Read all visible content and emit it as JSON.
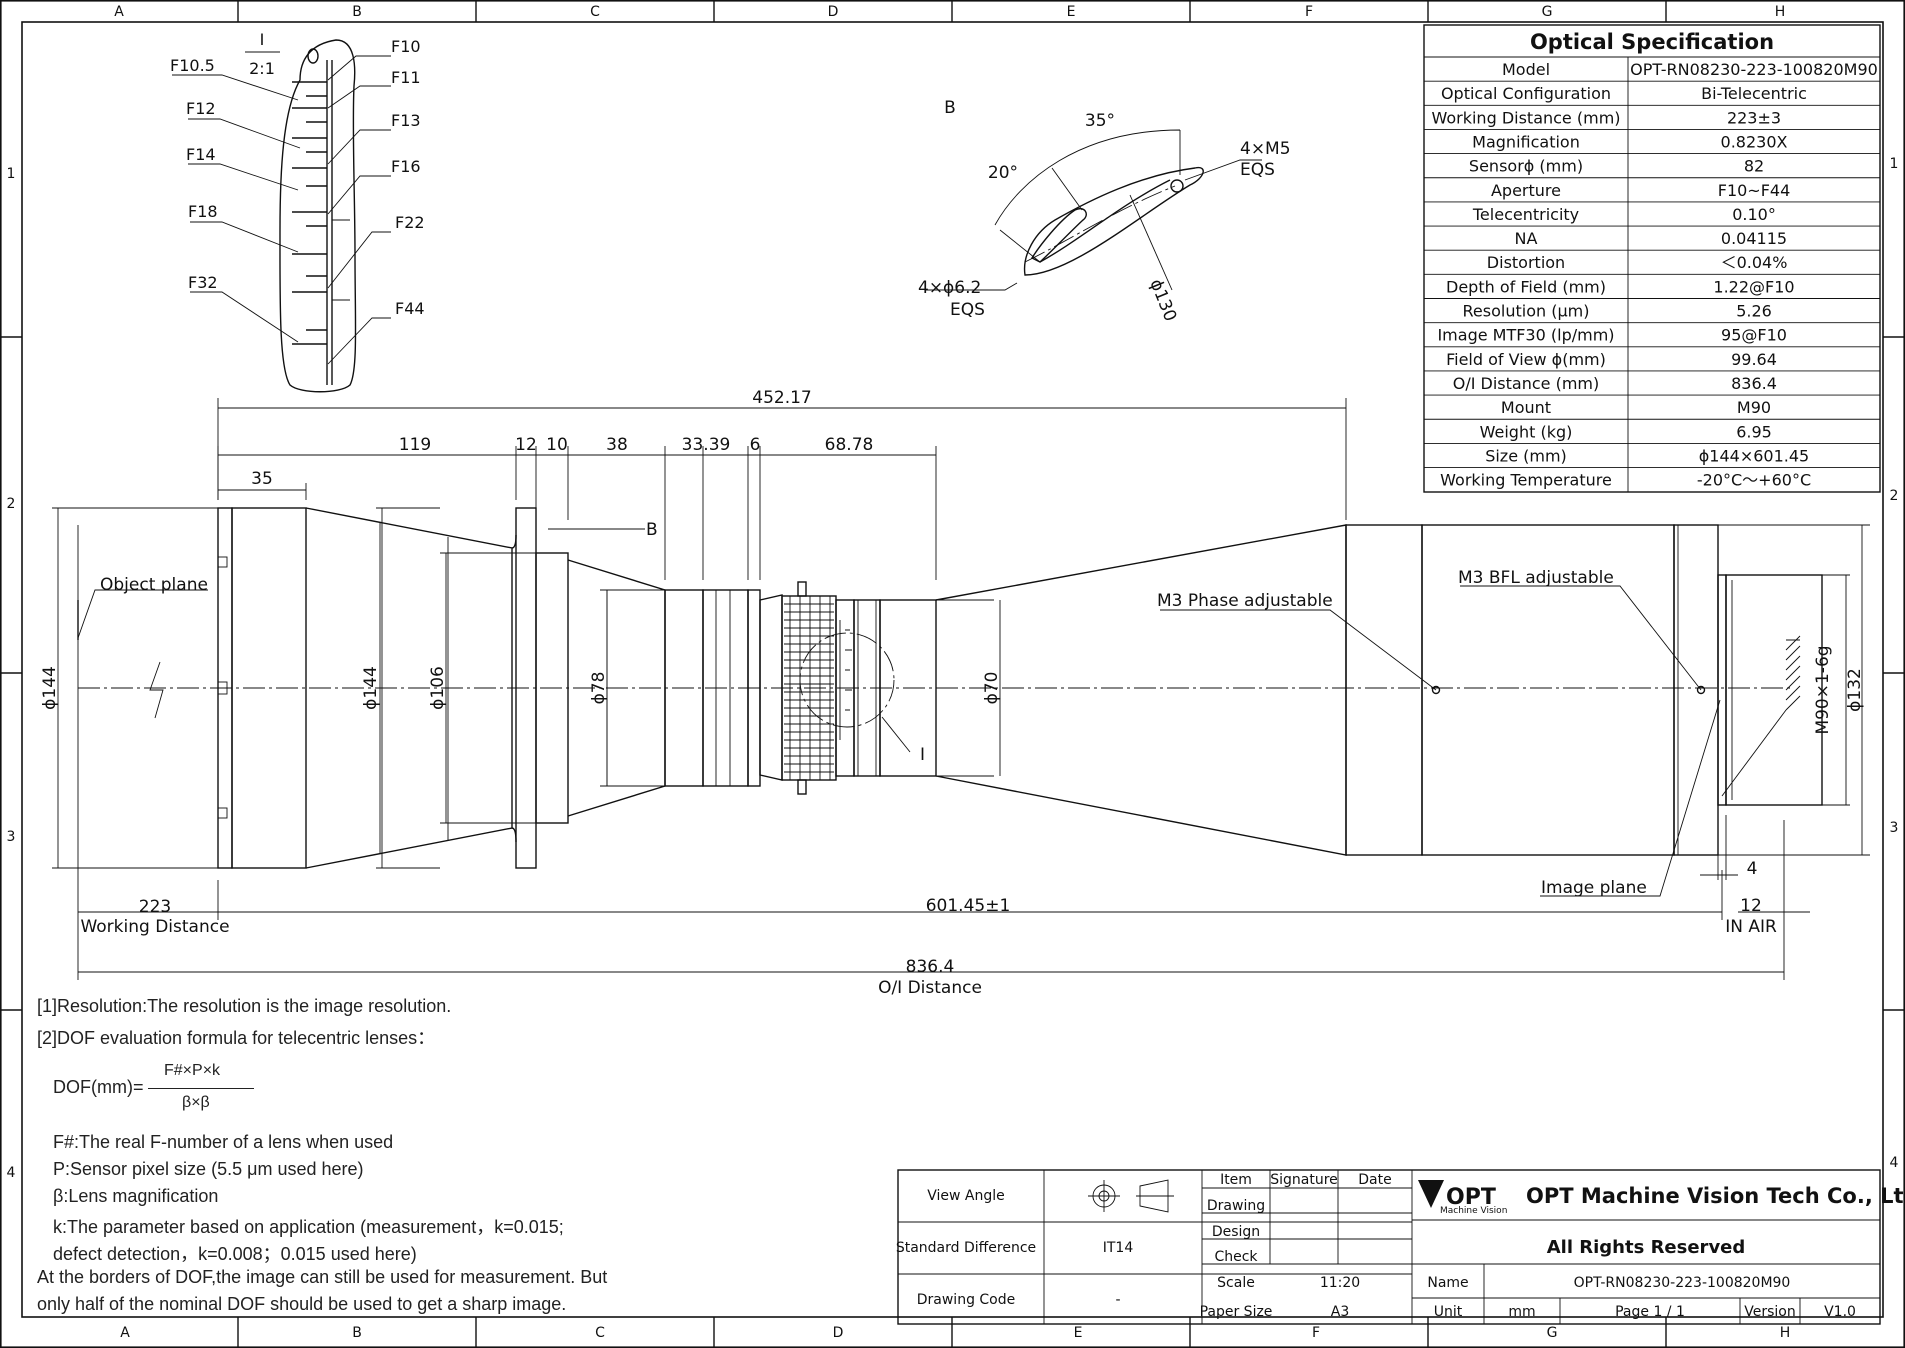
{
  "grid": {
    "cols": [
      "A",
      "B",
      "C",
      "D",
      "E",
      "F",
      "G",
      "H"
    ],
    "rows": [
      "1",
      "2",
      "3",
      "4"
    ]
  },
  "spec": {
    "title": "Optical Specification",
    "rows": [
      {
        "label": "Model",
        "value": "OPT-RN08230-223-100820M90"
      },
      {
        "label": "Optical Configuration",
        "value": "Bi-Telecentric"
      },
      {
        "label": "Working Distance (mm)",
        "value": "223±3"
      },
      {
        "label": "Magnification",
        "value": "0.8230X"
      },
      {
        "label": "Sensorϕ (mm)",
        "value": "82"
      },
      {
        "label": "Aperture",
        "value": "F10~F44"
      },
      {
        "label": "Telecentricity",
        "value": "0.10°"
      },
      {
        "label": "NA",
        "value": "0.04115"
      },
      {
        "label": "Distortion",
        "value": "＜0.04%"
      },
      {
        "label": "Depth of Field (mm)",
        "value": "1.22@F10"
      },
      {
        "label": "Resolution (μm)",
        "value": "5.26"
      },
      {
        "label": "Image MTF30 (lp/mm)",
        "value": "95@F10"
      },
      {
        "label": "Field of View ϕ(mm)",
        "value": "99.64"
      },
      {
        "label": "O/I Distance (mm)",
        "value": "836.4"
      },
      {
        "label": "Mount",
        "value": "M90"
      },
      {
        "label": "Weight (kg)",
        "value": "6.95"
      },
      {
        "label": "Size (mm)",
        "value": "ϕ144×601.45"
      },
      {
        "label": "Working Temperature",
        "value": "-20°C～+60°C"
      }
    ]
  },
  "detail_i": {
    "title": "I",
    "scale": "2:1",
    "stops": [
      "F10",
      "F10.5",
      "F11",
      "F12",
      "F13",
      "F14",
      "F16",
      "F18",
      "F22",
      "F32",
      "F44"
    ]
  },
  "detail_b": {
    "title": "B",
    "angle1": "35°",
    "angle2": "20°",
    "holes_a": "4×M5",
    "holes_a_note": "EQS",
    "holes_b": "4×ϕ6.2",
    "holes_b_note": "EQS",
    "dia": "ϕ130"
  },
  "drawing": {
    "dims": {
      "d452": "452.17",
      "d119": "119",
      "d12": "12",
      "d10": "10",
      "d38": "38",
      "d3339": "33.39",
      "d6": "6",
      "d6878": "68.78",
      "d35": "35",
      "d223": "223",
      "wd": "Working Distance",
      "d60145": "601.45±1",
      "d12b": "12",
      "inair": "IN AIR",
      "d4": "4",
      "d8364": "836.4",
      "oid": "O/I Distance"
    },
    "dias": [
      "ϕ144",
      "ϕ144",
      "ϕ106",
      "ϕ78",
      "ϕ70",
      "ϕ132"
    ],
    "thread": "M90×1-6g",
    "labels": {
      "object_plane": "Object plane",
      "b_callout": "B",
      "i_callout": "I",
      "m3_phase": "M3 Phase adjustable",
      "m3_bfl": "M3 BFL adjustable",
      "image_plane": "Image plane"
    }
  },
  "notes": {
    "n1": "[1]Resolution:The resolution is  the image resolution.",
    "n2": "[2]DOF evaluation formula for telecentric lenses：",
    "formula_left": "DOF(mm)=",
    "formula_num": "F#×P×k",
    "formula_den": "β×β",
    "l1": "F#:The real F-number of a lens when used",
    "l2": "P:Sensor pixel size (5.5 μm used here)",
    "l3": "β:Lens magnification",
    "l4": "k:The parameter based on application (measurement，k=0.015;",
    "l5": "defect detection，k=0.008；0.015 used here)",
    "l6": "At the borders of DOF,the image can still be used for measurement. But",
    "l7": "only half of the nominal DOF should be used to get a sharp image."
  },
  "titleblock": {
    "view_angle": "View Angle",
    "std_diff": "Standard Difference",
    "std_val": "IT14",
    "drawing_code": "Drawing Code",
    "code_val": "-",
    "item": "Item",
    "signature": "Signature",
    "date": "Date",
    "drawing": "Drawing",
    "design": "Design",
    "check": "Check",
    "scale": "Scale",
    "scale_val": "11:20",
    "paper_size": "Paper Size",
    "paper_val": "A3",
    "logo": "OPT",
    "logo_sub": "Machine Vision",
    "company": "OPT Machine Vision Tech Co., Ltd.",
    "rights": "All Rights Reserved",
    "name": "Name",
    "name_val": "OPT-RN08230-223-100820M90",
    "unit": "Unit",
    "unit_val": "mm",
    "page": "Page 1 / 1",
    "version": "Version",
    "version_val": "V1.0"
  }
}
